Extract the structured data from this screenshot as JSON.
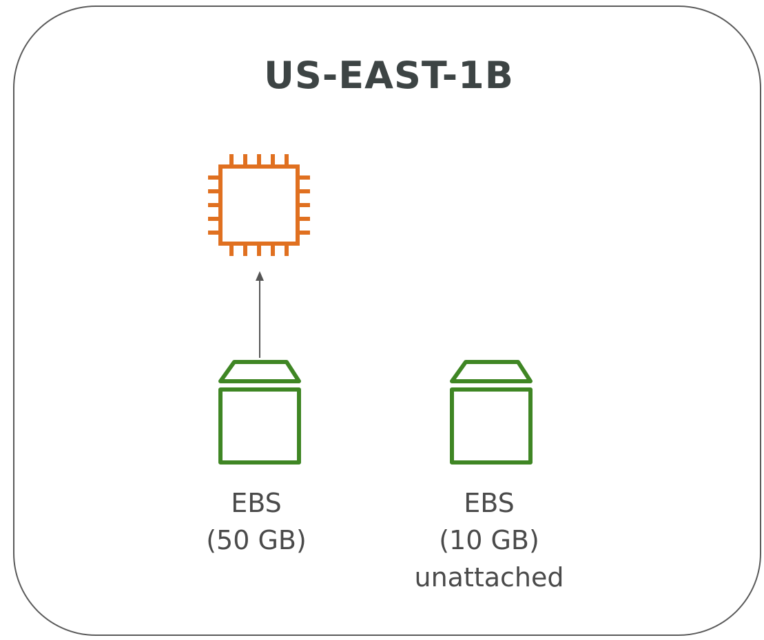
{
  "zone": {
    "title": "US-EAST-1B"
  },
  "instance": {
    "icon": "ec2-instance-chip-icon",
    "color": "#e07020"
  },
  "connector": {
    "color": "#555555"
  },
  "volumes": [
    {
      "icon": "ebs-volume-icon",
      "name": "EBS",
      "size": "(50 GB)",
      "status": "",
      "color": "#3f8624"
    },
    {
      "icon": "ebs-volume-icon",
      "name": "EBS",
      "size": "(10 GB)",
      "status": "unattached",
      "color": "#3f8624"
    }
  ]
}
